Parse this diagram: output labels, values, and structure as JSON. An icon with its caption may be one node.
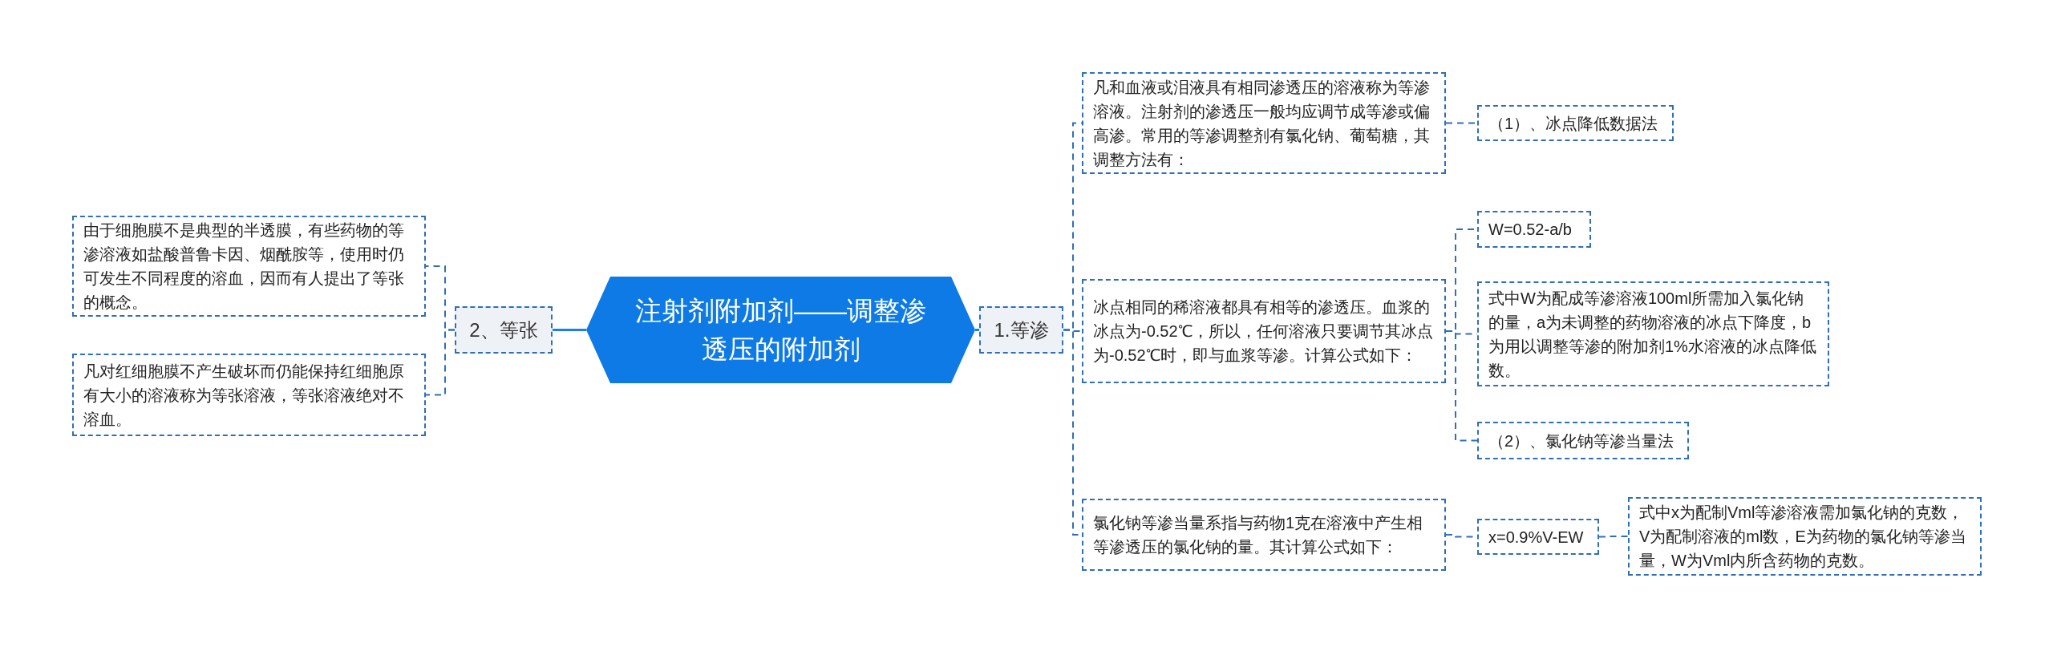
{
  "diagram": {
    "nodes": [
      {
        "text": [
          "注射剂附加剂——调整渗透压的附加剂"
        ]
      },
      {
        "text": [
          "1.等渗"
        ]
      },
      {
        "text": [
          "2、等张"
        ]
      },
      {
        "text": [
          "凡和血液或泪液具有相同渗透压的溶液称为等渗溶液。注射剂的渗透压一般均应调节成等渗或偏高渗。常用的等渗调整剂有氯化钠、葡萄糖，其调整方法有："
        ]
      },
      {
        "text": [
          "（1）、冰点降低数据法"
        ]
      },
      {
        "text": [
          "冰点相同的稀溶液都具有相等的渗透压。血浆的冰点为-0.52℃，所以，任何溶液只要调节其冰点为-0.52℃时，即与血浆等渗。计算公式如下："
        ]
      },
      {
        "text": [
          "W=0.52-a/b"
        ]
      },
      {
        "text": [
          "式中W为配成等渗溶液100ml所需加入氯化钠的量，a为未调整的药物溶液的冰点下降度，b为用以调整等渗的附加剂1%水溶液的冰点降低数。"
        ]
      },
      {
        "text": [
          "（2）、氯化钠等渗当量法"
        ]
      },
      {
        "text": [
          "氯化钠等渗当量系指与药物1克在溶液中产生相等渗透压的氯化钠的量。其计算公式如下："
        ]
      },
      {
        "text": [
          "x=0.9%V-EW"
        ]
      },
      {
        "text": [
          "式中x为配制Vml等渗溶液需加氯化钠的克数，V为配制溶液的ml数，E为药物的氯化钠等渗当量，W为Vml内所含药物的克数。"
        ]
      },
      {
        "text": [
          "由于细胞膜不是典型的半透膜，有些药物的等渗溶液如盐酸普鲁卡因、烟酰胺等，使用时仍可发生不同程度的溶血，因而有人提出了等张的概念。"
        ]
      },
      {
        "text": [
          "凡对红细胞膜不产生破坏而仍能保持红细胞原有大小的溶液称为等张溶液，等张溶液绝对不溶血。"
        ]
      }
    ],
    "edges": [
      {
        "from": 0,
        "to": 1,
        "arrow": "none",
        "color": "#1a7fe6"
      },
      {
        "from": 0,
        "to": 2,
        "arrow": "none",
        "color": "#1a7fe6"
      },
      {
        "from": 1,
        "to": 3,
        "arrow": "none",
        "style": "dashed"
      },
      {
        "from": 1,
        "to": 5,
        "arrow": "none",
        "style": "dashed"
      },
      {
        "from": 1,
        "to": 9,
        "arrow": "none",
        "style": "dashed"
      },
      {
        "from": 3,
        "to": 4,
        "arrow": "none",
        "style": "dashed"
      },
      {
        "from": 5,
        "to": 6,
        "arrow": "none",
        "style": "dashed"
      },
      {
        "from": 5,
        "to": 7,
        "arrow": "none",
        "style": "dashed"
      },
      {
        "from": 5,
        "to": 8,
        "arrow": "none",
        "style": "dashed"
      },
      {
        "from": 9,
        "to": 10,
        "arrow": "none",
        "style": "dashed"
      },
      {
        "from": 10,
        "to": 11,
        "arrow": "none",
        "style": "dashed"
      },
      {
        "from": 2,
        "to": 12,
        "arrow": "none",
        "style": "dashed"
      },
      {
        "from": 2,
        "to": 13,
        "arrow": "none",
        "style": "dashed"
      }
    ]
  }
}
